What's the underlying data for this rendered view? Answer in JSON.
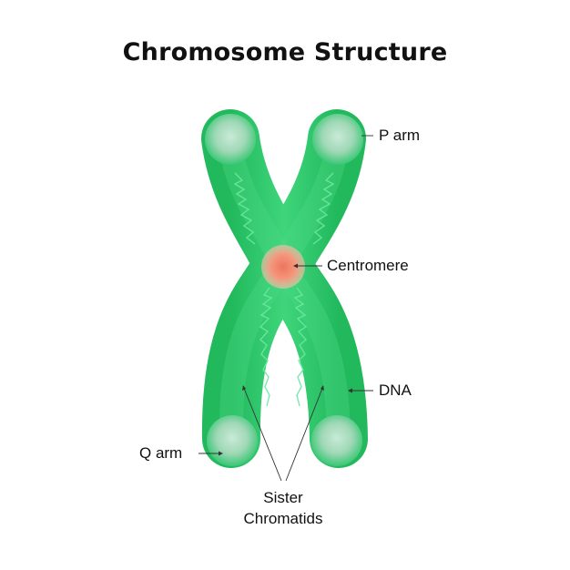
{
  "title": "Chromosome Structure",
  "labels": {
    "p_arm": "P arm",
    "centromere": "Centromere",
    "dna": "DNA",
    "q_arm": "Q arm",
    "sister_chromatids_line1": "Sister",
    "sister_chromatids_line2": "Chromatids"
  },
  "colors": {
    "chromatid": "#2ec66a",
    "chromatid_light": "#4fe08a",
    "arm_tip": "#9fd9b8",
    "centromere": "#f08a6e",
    "dna_strand": "#56e091",
    "text": "#111111"
  }
}
